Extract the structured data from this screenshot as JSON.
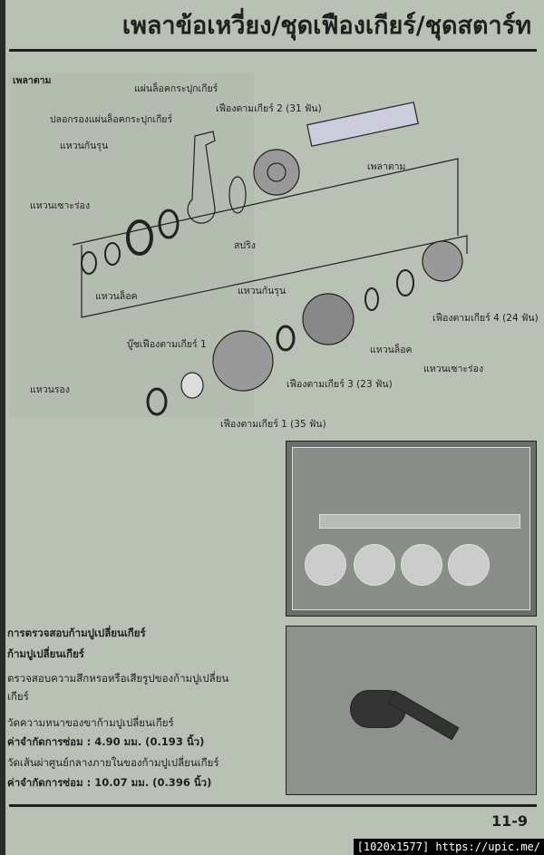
{
  "header": {
    "title": "เพลาข้อเหวี่ยง/ชุดเฟืองเกียร์/ชุดสตาร์ท"
  },
  "diagram": {
    "section_label": "เพลาตาม",
    "labels": {
      "lock_plate": "แผ่นล็อคกระปุกเกียร์",
      "lock_plate_collar": "ปลอกรองแผ่นล็อคกระปุกเกียร์",
      "gear2": "เฟืองตามเกียร์ 2 (31 ฟัน)",
      "thrust_washer_1": "แหวนกันรุน",
      "snap_ring_1": "แหวนเซาะร่อง",
      "countershaft": "เพลาตาม",
      "spring": "สปริง",
      "lock_ring_1": "แหวนล็อค",
      "gear4": "เฟืองตามเกียร์ 4 (24 ฟัน)",
      "thrust_washer_2": "แหวนกันรุน",
      "bushing": "บู๊ชเฟืองตามเกียร์ 1",
      "lock_ring_2": "แหวนล็อค",
      "snap_ring_2": "แหวนเซาะร่อง",
      "washer": "แหวนรอง",
      "gear3": "เฟืองตามเกียร์ 3 (23 ฟัน)",
      "gear1": "เฟืองตามเกียร์ 1 (35 ฟัน)"
    }
  },
  "inspection": {
    "heading": "การตรวจสอบก้ามปูเปลี่ยนเกียร์",
    "subheading": "ก้ามปูเปลี่ยนเกียร์",
    "line1": "ตรวจสอบความสึกหรอหรือเสียรูปของก้ามปูเปลี่ยน",
    "line1b": "เกียร์",
    "line2": "วัดความหนาของขาก้ามปูเปลี่ยนเกียร์",
    "limit1": "ค่าจำกัดการซ่อม : 4.90 มม. (0.193 นิ้ว)",
    "line3": "วัดเส้นผ่าศูนย์กลางภายในของก้ามปูเปลี่ยนเกียร์",
    "limit2": "ค่าจำกัดการซ่อม : 10.07 มม. (0.396 นิ้ว)"
  },
  "footer": {
    "page_number": "11-9",
    "watermark": "[1020x1577] https://upic.me/"
  }
}
